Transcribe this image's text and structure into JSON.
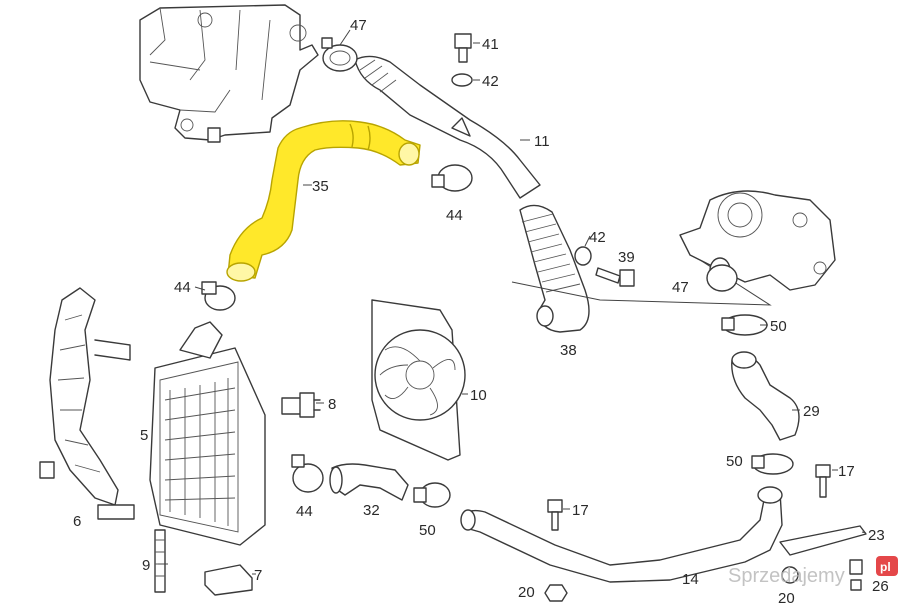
{
  "colors": {
    "highlight": "#ffe82a",
    "line": "#3a3a3a",
    "watermark": "#b9b9b9",
    "watermark_accent": "#e0272a"
  },
  "callouts": {
    "p47a": "47",
    "p41": "41",
    "p42a": "42",
    "p11": "11",
    "p35": "35",
    "p44a": "44",
    "p42b": "42",
    "p39": "39",
    "p47b": "47",
    "p44b": "44",
    "p50a": "50",
    "p38": "38",
    "p8": "8",
    "p10": "10",
    "p5": "5",
    "p29": "29",
    "p6": "6",
    "p50b": "50",
    "p17a": "17",
    "p44c": "44",
    "p32": "32",
    "p50c": "50",
    "p17b": "17",
    "p23": "23",
    "p9": "9",
    "p7": "7",
    "p14": "14",
    "p20a": "20",
    "p26": "26",
    "p20b": "20"
  },
  "watermark": {
    "text": "Sprzedajemy",
    "suffix": "pl"
  }
}
